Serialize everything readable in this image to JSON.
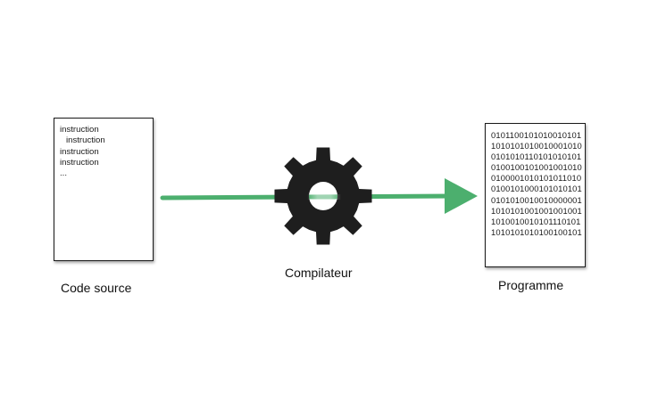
{
  "source": {
    "lines": [
      "instruction",
      "instruction",
      "instruction",
      "instruction",
      "..."
    ],
    "caption": "Code source"
  },
  "compiler": {
    "caption": "Compilateur",
    "icon": "gear-icon"
  },
  "program": {
    "lines": [
      "0101100101010010101",
      "1010101010010001010",
      "0101010110101010101",
      "0100100101001001010",
      "0100001010101011010",
      "0100101000101010101",
      "0101010010010000001",
      "1010101001001001001",
      "1010010010101110101",
      "1010101010100100101"
    ],
    "caption": "Programme"
  },
  "colors": {
    "arrow": "#4caf6e",
    "gear": "#1e1e1e"
  }
}
